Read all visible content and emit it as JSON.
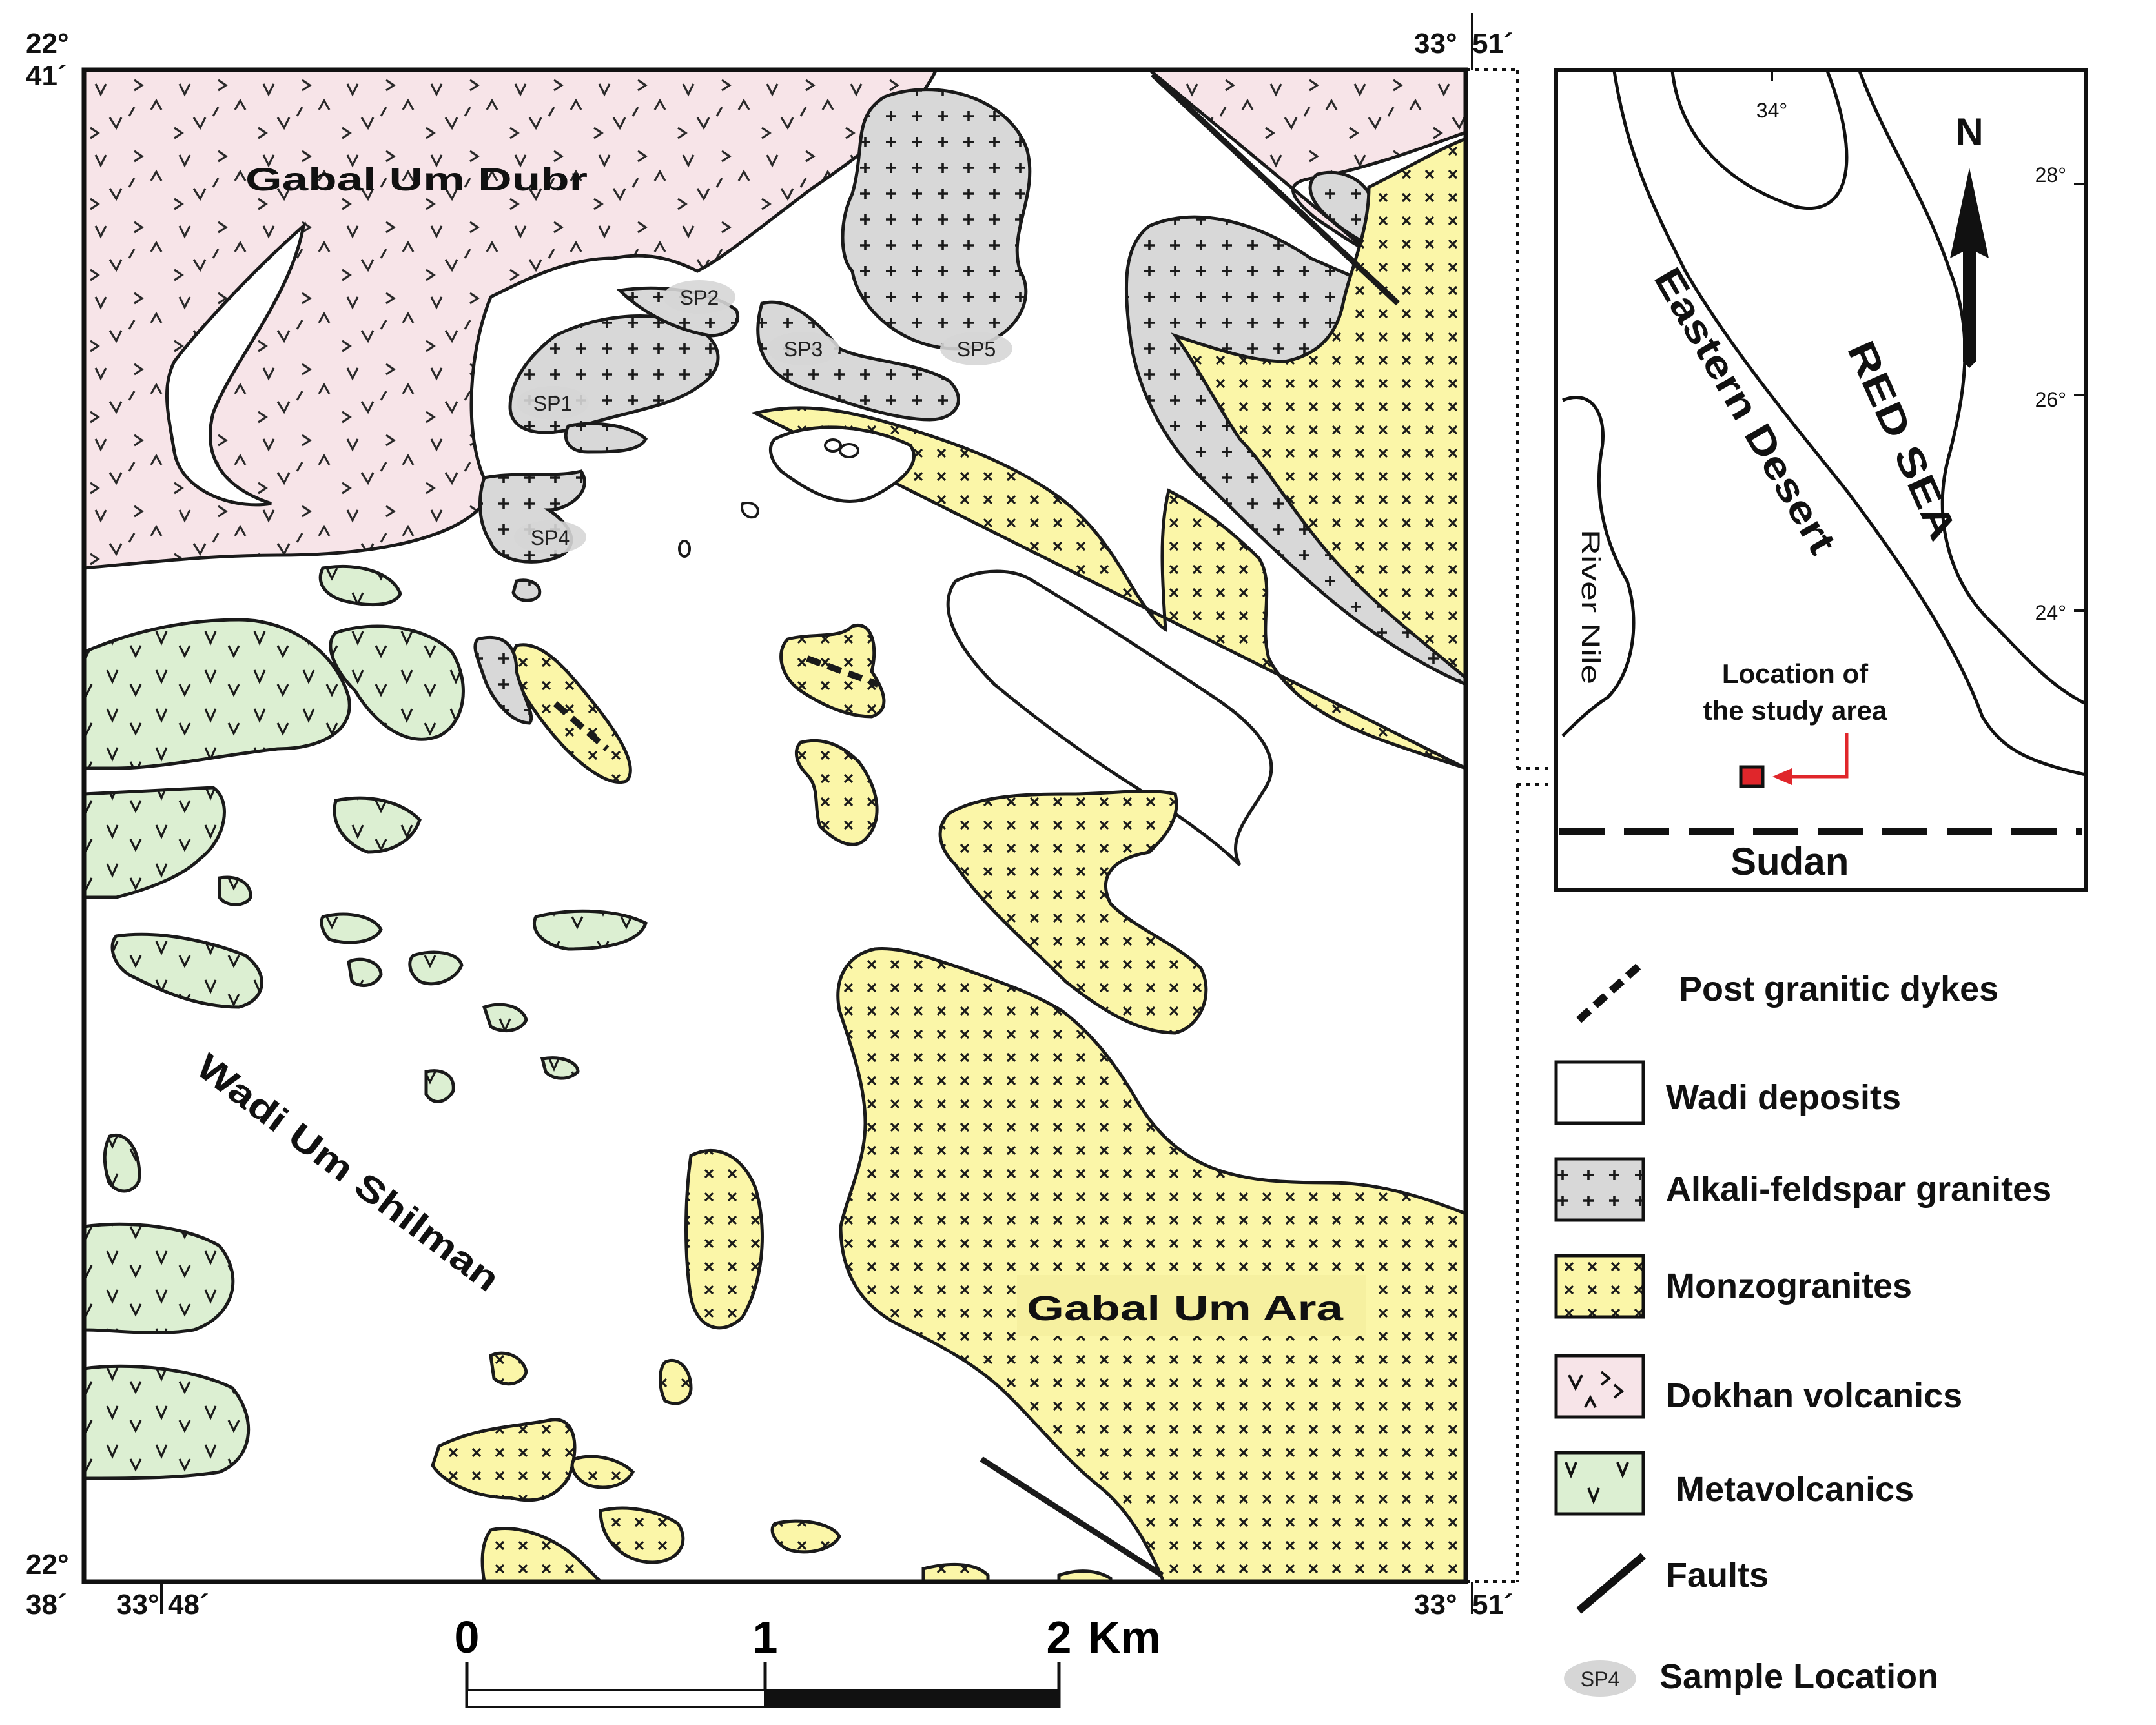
{
  "map": {
    "coords": {
      "top_left_lat_deg": "22°",
      "top_left_lat_min": "41´",
      "top_right_lon_deg": "33°",
      "top_right_lon_min": "51´",
      "bottom_left_lat_deg": "22°",
      "bottom_left_lat_min": "38´",
      "bottom_left_lon_deg": "33°",
      "bottom_left_lon_min": "48´",
      "bottom_right_lon_deg": "33°",
      "bottom_right_lon_min": "51´"
    },
    "place_names": {
      "north": "Gabal Um Dubr",
      "wadi": "Wadi Um Shilman",
      "south": "Gabal Um Ara"
    },
    "samples": [
      "SP1",
      "SP2",
      "SP3",
      "SP4",
      "SP5"
    ],
    "scale": {
      "ticks": [
        "0",
        "1",
        "2"
      ],
      "unit": "Km"
    },
    "colors": {
      "dokhan": "#f7e4e8",
      "monzogranite": "#fbf6a8",
      "alkali": "#d8d8d8",
      "metavolcanic": "#dcefd2",
      "outline": "#1a1a1a",
      "location_marker": "#e0262b"
    }
  },
  "inset": {
    "north_label": "N",
    "lat_labels": [
      "28°",
      "26°",
      "24°"
    ],
    "lon_label": "34°",
    "red_sea": "RED SEA",
    "eastern_desert": "Eastern Desert",
    "river_nile": "River Nile",
    "location_line1": "Location of",
    "location_line2": "the study area",
    "sudan": "Sudan"
  },
  "legend": {
    "items": [
      {
        "key": "dykes",
        "label": "Post granitic dykes"
      },
      {
        "key": "wadi",
        "label": "Wadi deposits"
      },
      {
        "key": "alkali",
        "label": "Alkali-feldspar granites"
      },
      {
        "key": "monzo",
        "label": "Monzogranites"
      },
      {
        "key": "dokhan",
        "label": "Dokhan volcanics"
      },
      {
        "key": "meta",
        "label": "Metavolcanics"
      },
      {
        "key": "faults",
        "label": "Faults"
      },
      {
        "key": "sample",
        "label": "Sample Location",
        "symbol_text": "SP4"
      }
    ]
  }
}
